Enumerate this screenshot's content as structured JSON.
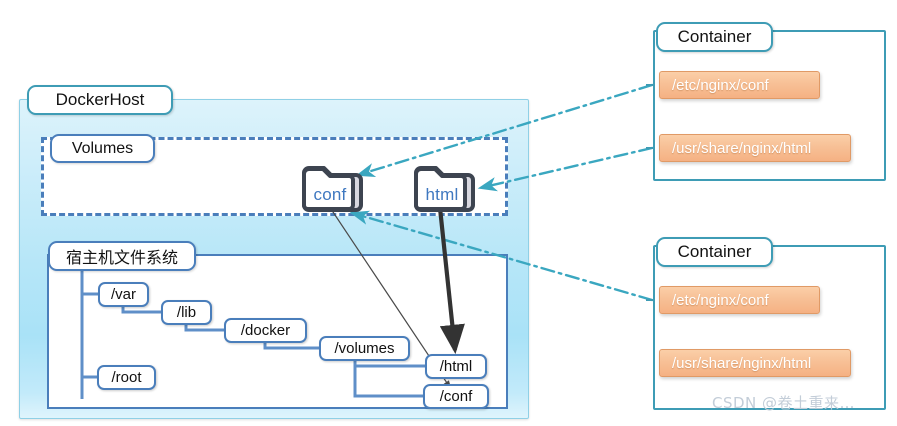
{
  "diagram": {
    "title_visible": false,
    "colors": {
      "host_fill_top": "#ddf3fb",
      "host_fill_mid": "#a9e2f7",
      "teal_border": "#3e9cb5",
      "blue_border": "#4a7ebb",
      "orange_chip": "#f7c096",
      "folder_outline": "#3d4450",
      "folder_text": "#3f78c0",
      "dashdot_line": "#3aa7c0",
      "arrow_dark": "#3a3a3a"
    }
  },
  "dockerhost": {
    "label": "DockerHost"
  },
  "volumes": {
    "label": "Volumes",
    "folders": [
      {
        "name": "conf",
        "icon": "folder-icon"
      },
      {
        "name": "html",
        "icon": "folder-icon"
      }
    ]
  },
  "hostfs": {
    "label": "宿主机文件系统",
    "nodes": [
      {
        "id": "var",
        "label": "/var"
      },
      {
        "id": "lib",
        "label": "/lib"
      },
      {
        "id": "docker",
        "label": "/docker"
      },
      {
        "id": "volumes",
        "label": "/volumes"
      },
      {
        "id": "html",
        "label": "/html"
      },
      {
        "id": "conf",
        "label": "/conf"
      },
      {
        "id": "root",
        "label": "/root"
      }
    ]
  },
  "containers": [
    {
      "label": "Container",
      "paths": [
        "/etc/nginx/conf",
        "/usr/share/nginx/html"
      ]
    },
    {
      "label": "Container",
      "paths": [
        "/etc/nginx/conf",
        "/usr/share/nginx/html"
      ]
    }
  ],
  "watermark": {
    "text": "CSDN @卷土重来…"
  }
}
